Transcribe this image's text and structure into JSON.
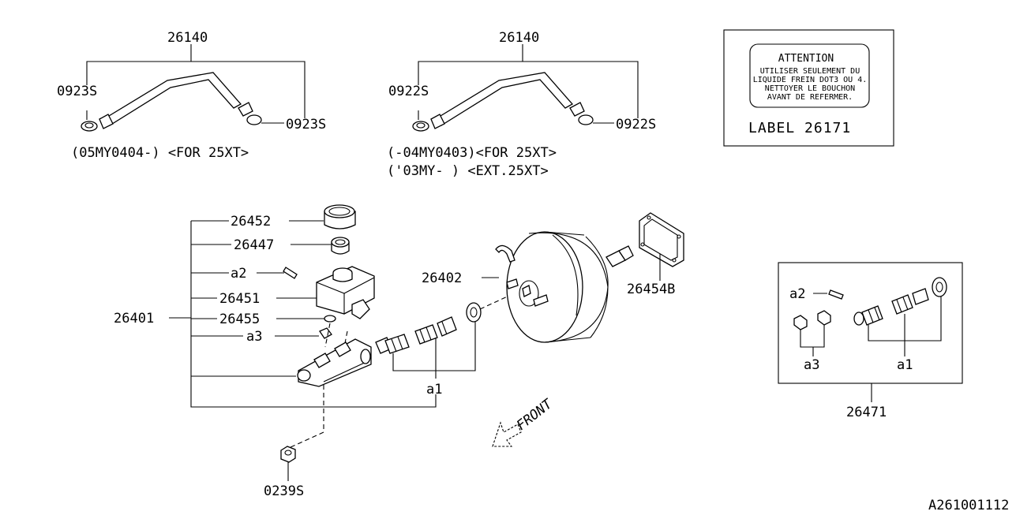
{
  "labels": {
    "hose_left": "26140",
    "clamp_left_a": "0923S",
    "clamp_left_b": "0923S",
    "note_left": "(05MY0404-) <FOR 25XT>",
    "hose_right": "26140",
    "clamp_right_a": "0922S",
    "clamp_right_b": "0922S",
    "note_right_1": "(-04MY0403)<FOR 25XT>",
    "note_right_2": "('03MY-    ) <EXT.25XT>",
    "cap": "26452",
    "filter": "26447",
    "pin": "a2",
    "reservoir": "26451",
    "seal": "26455",
    "grommet": "a3",
    "master_cylinder": "26401",
    "piston_kit": "a1",
    "booster": "26402",
    "gasket": "26454B",
    "nut": "0239S",
    "front": "FRONT",
    "kit_pin": "a2",
    "kit_grommet": "a3",
    "kit_piston": "a1",
    "kit": "26471",
    "ref_code": "A261001112"
  },
  "label_box": {
    "title": "ATTENTION",
    "line1": "UTILISER SEULEMENT DU",
    "line2": "LIQUIDE FREIN DOT3 OU 4.",
    "line3": "NETTOYER LE BOUCHON",
    "line4": "AVANT DE REFERMER.",
    "caption": "LABEL 26171"
  }
}
